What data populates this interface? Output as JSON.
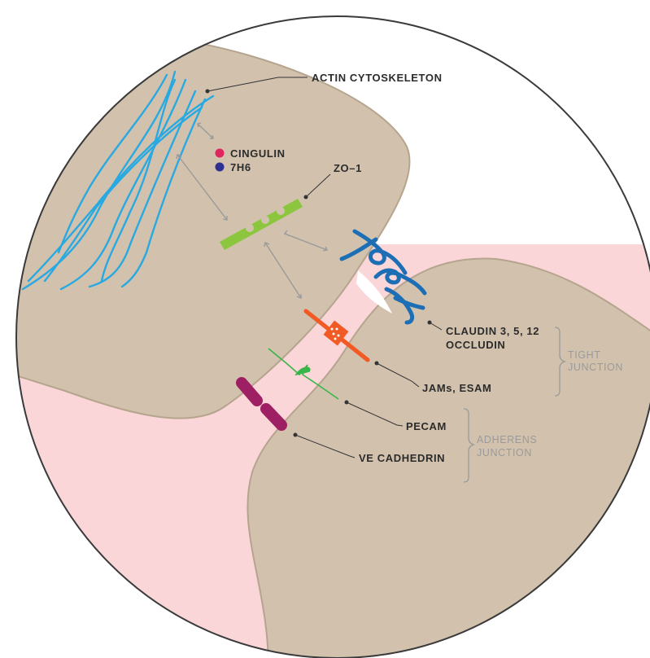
{
  "labels": {
    "actin": "ACTIN CYTOSKELETON",
    "cingulin": "CINGULIN",
    "h6": "7H6",
    "zo1": "ZO–1",
    "claudin": "CLAUDIN 3, 5, 12",
    "occludin": "OCCLUDIN",
    "jams": "JAMs, ESAM",
    "pecam": "PECAM",
    "ve": "VE CADHEDRIN"
  },
  "groups": {
    "tight_line1": "TIGHT",
    "tight_line2": "JUNCTION",
    "adherens_line1": "ADHERENS",
    "adherens_line2": "JUNCTION"
  },
  "colors": {
    "cell": "#d2c2ad",
    "cell_edge": "#b5a48e",
    "gap": "#fad6d8",
    "actin": "#29a9e1",
    "zo1": "#8cc63f",
    "claudin": "#1c6fb5",
    "jams": "#f15a24",
    "pecam": "#39b54a",
    "cadherin": "#9e1f63",
    "cingulin_dot": "#e0245e",
    "h6_dot": "#2e3192"
  }
}
